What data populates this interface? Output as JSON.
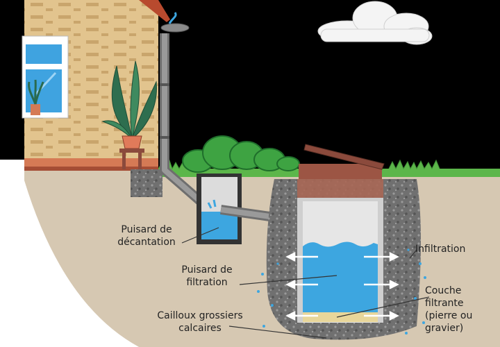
{
  "labels": {
    "decantation": [
      "Puisard de",
      "décantation"
    ],
    "filtration": [
      "Puisard de",
      "filtration"
    ],
    "cailloux": [
      "Cailloux grossiers",
      "calcaires"
    ],
    "infiltration": "Infiltration",
    "couche": [
      "Couche",
      "filtrante",
      "(pierre ou",
      "gravier)"
    ]
  },
  "colors": {
    "sky": "#000000",
    "soil": "#d6c8b2",
    "grass": "#5cb64a",
    "wall": "#e2c48e",
    "water": "#3da6e0",
    "gravel": "#6f6f6f",
    "lid": "#8b4a3c"
  }
}
